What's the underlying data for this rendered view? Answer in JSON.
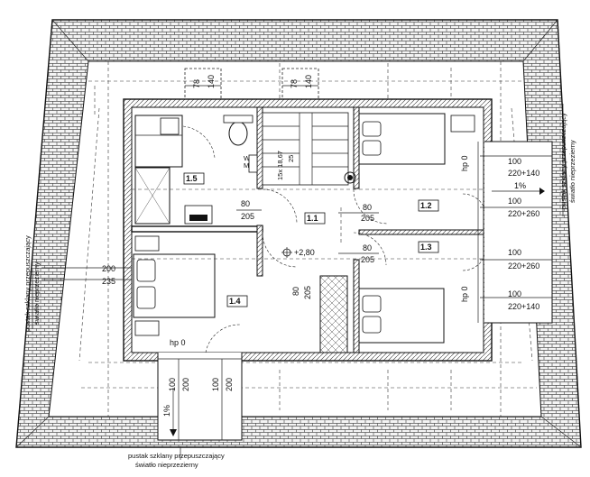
{
  "rooms": {
    "r11": "1.1",
    "r12": "1.2",
    "r13": "1.3",
    "r14": "1.4",
    "r15": "1.5"
  },
  "elevation": "+2,80",
  "slope": "1%",
  "stairs": "15x 18,67",
  "stairs_tread": "25",
  "wm": [
    "W",
    "M"
  ],
  "dims": {
    "top_a1": "78",
    "top_a2": "140",
    "top_b1": "78",
    "top_b2": "140",
    "door_bath_w": "80",
    "door_bath_h": "205",
    "door_12_w": "80",
    "door_12_h": "205",
    "door_13_w": "80",
    "door_13_h": "205",
    "door_14_w": "80",
    "door_14_h": "205",
    "left_w": "200",
    "left_h": "235",
    "bottom_a1": "100",
    "bottom_a2": "200",
    "bottom_b1": "100",
    "bottom_b2": "200",
    "r1_w": "100",
    "r1_h": "220+140",
    "r2_w": "100",
    "r2_h": "220+260",
    "r3_w": "100",
    "r3_h": "220+260",
    "r4_w": "100",
    "r4_h": "220+140"
  },
  "hp_labels": {
    "right_top": "hp 0",
    "right_bottom": "hp 0",
    "bottom": "hp 0"
  },
  "notes": {
    "left": [
      "pustak szklany przepuszczający",
      "światło nieprzezierny"
    ],
    "right": [
      "pustak szklany przepuszczający",
      "światło nieprzezierny"
    ],
    "bottom": [
      "pustak szklany przepuszczający",
      "światło nieprzezierny"
    ]
  }
}
